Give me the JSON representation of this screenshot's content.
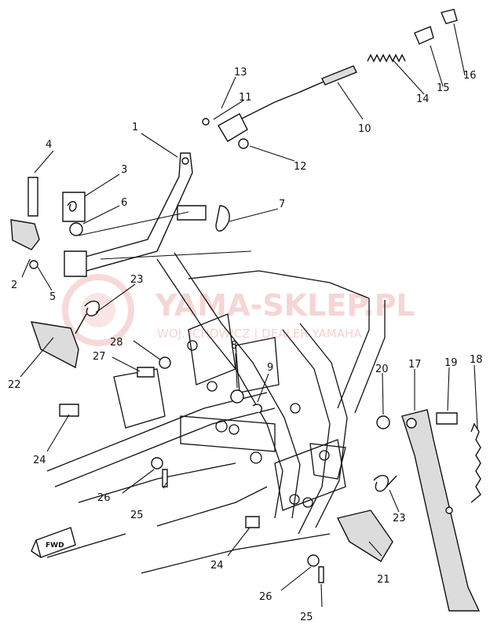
{
  "watermark": {
    "brand": "YAMA-SKLEP.PL",
    "tagline": "WOJ. ICHOWICZ | DEALER YAMAHA",
    "color": "#f0b3b3"
  },
  "direction_marker": "FWD",
  "callouts": [
    {
      "id": "1",
      "label": "1"
    },
    {
      "id": "2",
      "label": "2"
    },
    {
      "id": "3",
      "label": "3"
    },
    {
      "id": "4",
      "label": "4"
    },
    {
      "id": "5",
      "label": "5"
    },
    {
      "id": "6",
      "label": "6"
    },
    {
      "id": "7",
      "label": "7"
    },
    {
      "id": "8",
      "label": "8"
    },
    {
      "id": "9",
      "label": "9"
    },
    {
      "id": "10",
      "label": "10"
    },
    {
      "id": "11",
      "label": "11"
    },
    {
      "id": "12",
      "label": "12"
    },
    {
      "id": "13",
      "label": "13"
    },
    {
      "id": "14",
      "label": "14"
    },
    {
      "id": "15",
      "label": "15"
    },
    {
      "id": "16",
      "label": "16"
    },
    {
      "id": "17",
      "label": "17"
    },
    {
      "id": "18",
      "label": "18"
    },
    {
      "id": "19",
      "label": "19"
    },
    {
      "id": "20",
      "label": "20"
    },
    {
      "id": "21",
      "label": "21"
    },
    {
      "id": "22",
      "label": "22"
    },
    {
      "id": "23a",
      "label": "23"
    },
    {
      "id": "23b",
      "label": "23"
    },
    {
      "id": "24a",
      "label": "24"
    },
    {
      "id": "24b",
      "label": "24"
    },
    {
      "id": "25a",
      "label": "25"
    },
    {
      "id": "25b",
      "label": "25"
    },
    {
      "id": "26a",
      "label": "26"
    },
    {
      "id": "26b",
      "label": "26"
    },
    {
      "id": "27",
      "label": "27"
    },
    {
      "id": "28",
      "label": "28"
    }
  ]
}
